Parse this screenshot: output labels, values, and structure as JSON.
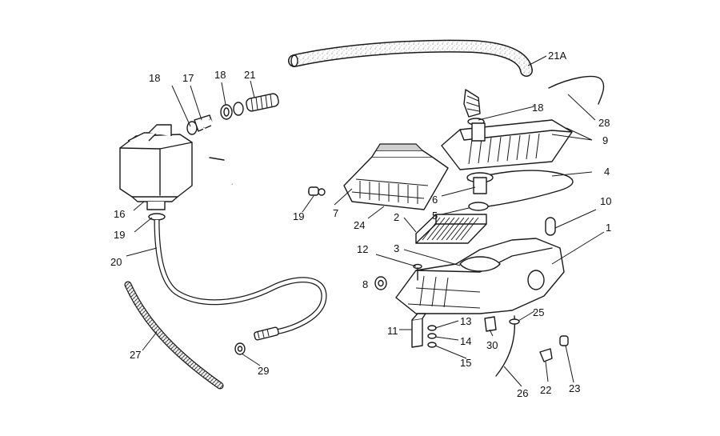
{
  "diagram": {
    "callouts": {
      "c1": "1",
      "c2": "2",
      "c3": "3",
      "c4": "4",
      "c5": "5",
      "c6": "6",
      "c7": "7",
      "c8": "8",
      "c9": "9",
      "c10": "10",
      "c11": "11",
      "c12": "12",
      "c13": "13",
      "c14": "14",
      "c15": "15",
      "c16": "16",
      "c17": "17",
      "c18a": "18",
      "c18b": "18",
      "c18c": "18",
      "c19a": "19",
      "c19b": "19",
      "c20": "20",
      "c21": "21",
      "c21a": "21A",
      "c22": "22",
      "c23": "23",
      "c24": "24",
      "c25": "25",
      "c26": "26",
      "c27": "27",
      "c28": "28",
      "c29": "29",
      "c30": "30"
    },
    "colors": {
      "background": "#ffffff",
      "ink": "#1a1a1a",
      "hose_texture": "#9a9a9a"
    }
  }
}
